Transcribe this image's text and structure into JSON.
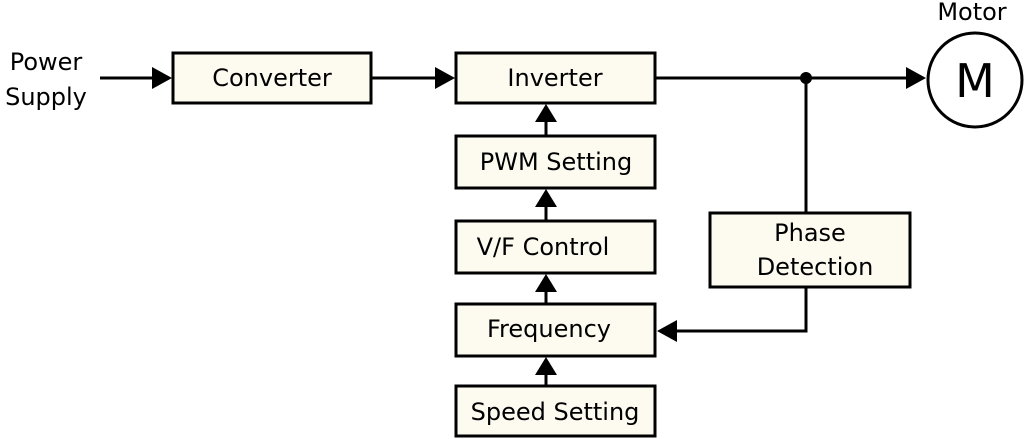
{
  "labels": {
    "power_supply_line1": "Power",
    "power_supply_line2": "Supply",
    "converter": "Converter",
    "inverter": "Inverter",
    "pwm_setting": "PWM Setting",
    "vf_control": "V/F Control",
    "frequency": "Frequency",
    "speed_setting": "Speed Setting",
    "phase_detection_line1": "Phase",
    "phase_detection_line2": "Detection",
    "motor_title": "Motor",
    "motor_symbol": "M"
  },
  "colors": {
    "box_fill": "#fdfaf0",
    "stroke": "#000000",
    "background": "#ffffff"
  }
}
